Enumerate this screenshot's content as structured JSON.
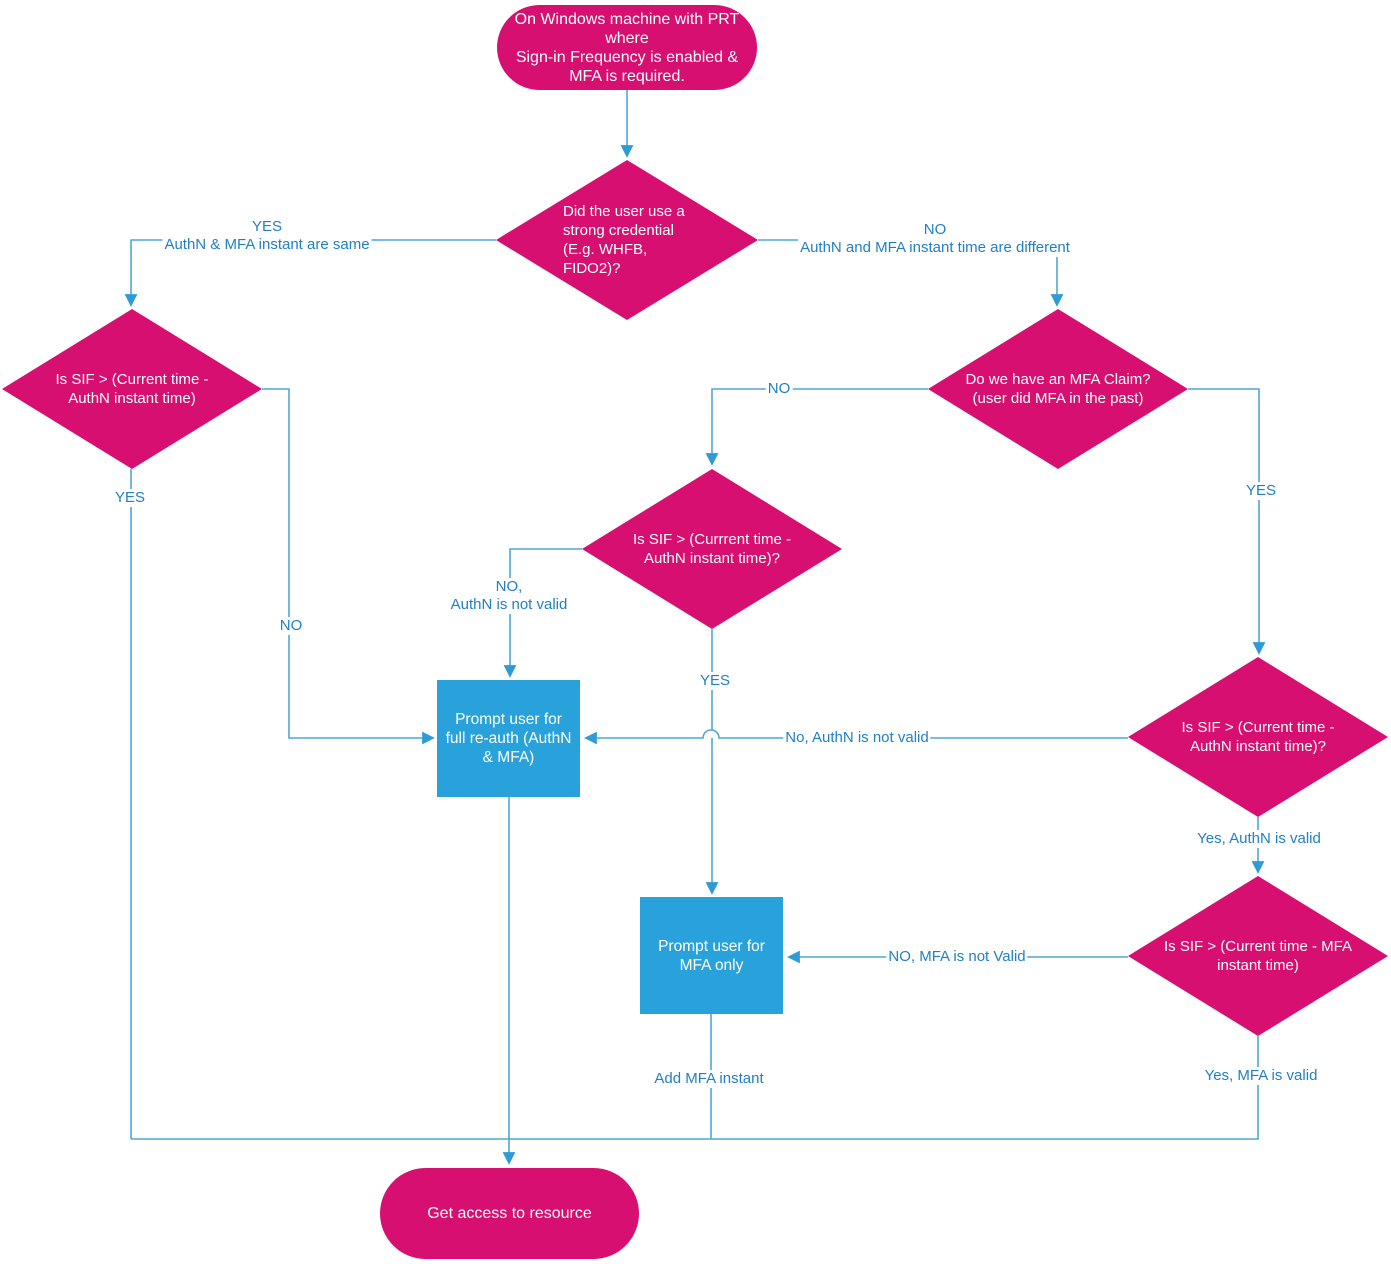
{
  "colors": {
    "node_pink": "#d60f70",
    "node_blue": "#29a2dc",
    "connector_blue": "#4fa7da",
    "arrow_blue": "#2e9bd5",
    "label_blue": "#2180c4"
  },
  "nodes": {
    "start": {
      "text": "On Windows machine with PRT\nwhere\nSign-in Frequency is enabled &\nMFA is required."
    },
    "strong_credential": {
      "text": "Did the user use a\nstrong credential\n(E.g. WHFB,\nFIDO2)?"
    },
    "sif_authn_left": {
      "text": "Is SIF > (Current time -\nAuthN instant time)"
    },
    "mfa_claim": {
      "text": "Do we have an MFA Claim?\n(user did MFA in the past)"
    },
    "sif_authn_mid": {
      "text": "Is SIF > (Currrent time -\nAuthN instant time)?"
    },
    "full_reauth": {
      "text": "Prompt user for\nfull re-auth (AuthN\n& MFA)"
    },
    "sif_authn_right": {
      "text": "Is SIF > (Current time -\nAuthN instant time)?"
    },
    "sif_mfa": {
      "text": "Is SIF > (Current time - MFA\ninstant time)"
    },
    "mfa_only": {
      "text": "Prompt user for\nMFA only"
    },
    "end": {
      "text": "Get access to resource"
    }
  },
  "labels": {
    "yes_same": "YES\nAuthN & MFA instant are same",
    "no_different": "NO\nAuthN and MFA instant time are different",
    "no_claim": "NO",
    "yes_claim": "YES",
    "no_authn_mid": "NO,\nAuthN is not valid",
    "yes_mid": "YES",
    "no_authn_right": "No, AuthN is not valid",
    "yes_authn_valid": "Yes, AuthN is valid",
    "no_mfa": "NO, MFA is not Valid",
    "yes_mfa_valid": "Yes, MFA is valid",
    "add_mfa": "Add MFA instant",
    "yes_left": "YES",
    "no_left": "NO"
  }
}
